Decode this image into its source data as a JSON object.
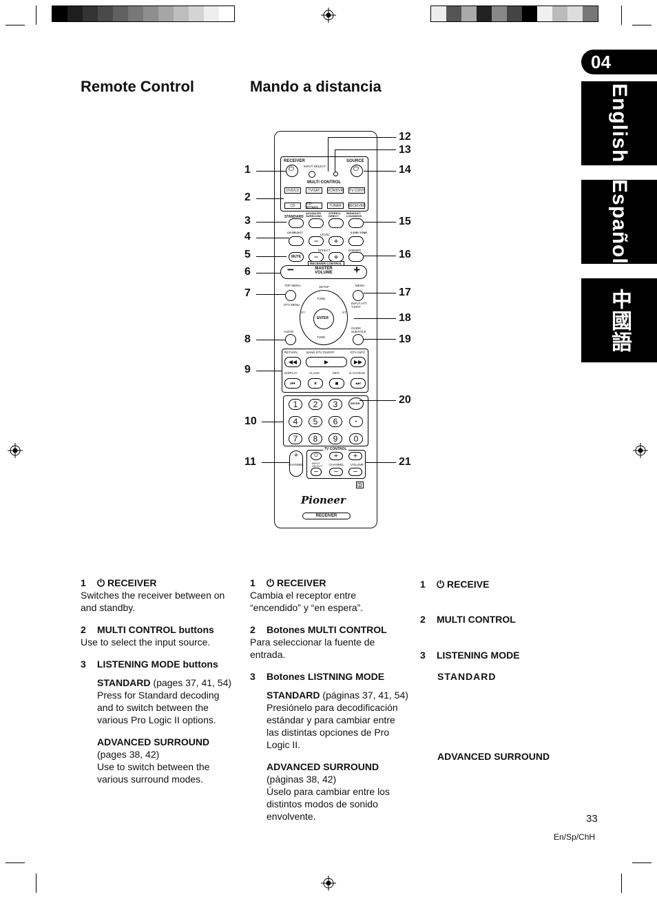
{
  "page": {
    "chapter_tab": "04",
    "lang_tabs": [
      "English",
      "Español",
      "中國語"
    ],
    "page_number": "33",
    "footer_code": "En/Sp/ChH"
  },
  "titles": {
    "english": "Remote Control",
    "spanish": "Mando a distancia"
  },
  "callouts": {
    "left": [
      "1",
      "2",
      "3",
      "4",
      "5",
      "6",
      "7",
      "8",
      "9",
      "10",
      "11"
    ],
    "right": [
      "12",
      "13",
      "14",
      "15",
      "16",
      "17",
      "18",
      "19",
      "20",
      "21"
    ]
  },
  "remote": {
    "receiver": "RECEIVER",
    "input_select": "INPUT SELECT",
    "source": "SOURCE",
    "multi_control": "MULTI CONTROL",
    "sources_row1": [
      "DVD/LD",
      "TV/SAT",
      "VCR/DVR",
      "TV CONT"
    ],
    "sources_row2": [
      "CD",
      "CD-R/TAPE",
      "TUNER",
      "RECEIVER"
    ],
    "standard": "STANDARD",
    "adv_surround": "ADVANCED SURROUND",
    "stereo_direct": "STEREO/ DIRECT",
    "midnight": "MIDNIGHT/ LOUDNESS",
    "ch_select": "CH SELECT",
    "level": "LEVEL",
    "s_dir_tone": "S.DIR/ TONE",
    "effect": "EFFECT",
    "mute": "MUTE",
    "dimmer": "DIMMER",
    "receiver_control": "RECEIVER CONTROL",
    "master_volume": "MASTER VOLUME",
    "top_menu": "TOP MENU",
    "setup": "SETUP",
    "menu": "MENU",
    "tune_up": "TUNE",
    "dtv_menu": "DTV MENU",
    "st_left": "ST",
    "st_right": "ST",
    "enter": "ENTER",
    "input_att": "INPUT ATT T.EDIT",
    "audio": "AUDIO",
    "tune_down": "TUNE",
    "guide": "GUIDE SUBTITLE",
    "return": "RETURN",
    "band": "BAND DTV ON/OFF",
    "dtv_info": "DTV INFO",
    "display": "DISPLAY",
    "class": "CLASS",
    "mpx": "MPX",
    "d_access": "D.ACCESS",
    "keys": [
      "1",
      "2",
      "3",
      "4",
      "5",
      "6",
      "7",
      "8",
      "9",
      "0",
      "•"
    ],
    "disc_enter": "ENTER",
    "tv_control": "TV CONTROL",
    "channel_l": "CHANNEL",
    "input_select2": "INPUT SELECT",
    "channel_r": "CHANNEL",
    "volume": "VOLUME",
    "brand": "Pioneer",
    "bottom_label": "RECEIVER"
  },
  "english_col": {
    "i1_num": "1",
    "i1_title": "RECEIVER",
    "i1_text": "Switches the receiver between on and standby.",
    "i2_num": "2",
    "i2_title": "MULTI CONTROL buttons",
    "i2_text": "Use to select the input source.",
    "i3_num": "3",
    "i3_title": "LISTENING MODE buttons",
    "std_label": "STANDARD",
    "std_pages": "(pages 37, 41, 54)",
    "std_text": "Press for Standard decoding and to switch between the various Pro Logic II options.",
    "adv_label": "ADVANCED SURROUND",
    "adv_pages": "(pages 38, 42)",
    "adv_text": "Use to switch between the various surround modes."
  },
  "spanish_col": {
    "i1_num": "1",
    "i1_title": "RECEIVER",
    "i1_text": "Cambia el receptor entre “encendido” y “en espera”.",
    "i2_num": "2",
    "i2_title": "Botones MULTI CONTROL",
    "i2_text": "Para seleccionar la fuente de entrada.",
    "i3_num": "3",
    "i3_title": "Botones LISTNING MODE",
    "std_label": "STANDARD",
    "std_pages": "(páginas 37, 41, 54)",
    "std_text": "Presiónelo para decodificación estándar y para cambiar entre las distintas opciones de Pro Logic II.",
    "adv_label": "ADVANCED SURROUND",
    "adv_pages": "(páginas 38, 42)",
    "adv_text": "Úselo para cambiar entre los distintos modos de sonido envolvente."
  },
  "chinese_col": {
    "i1_num": "1",
    "i1_title": "RECEIVE",
    "i2_num": "2",
    "i2_title": "MULTI CONTROL",
    "i3_num": "3",
    "i3_title": "LISTENING MODE",
    "std_label": "STANDARD",
    "adv_label": "ADVANCED SURROUND"
  },
  "colors": {
    "calibration_left": [
      "#000000",
      "#1e1e1e",
      "#333333",
      "#4a4a4a",
      "#606060",
      "#787878",
      "#8e8e8e",
      "#a6a6a6",
      "#bdbdbd",
      "#d4d4d4",
      "#eeeeee",
      "#ffffff"
    ],
    "calibration_right": [
      "#eeeeee",
      "#555555",
      "#aaaaaa",
      "#222222",
      "#888888",
      "#444444",
      "#000000",
      "#f0f0f0",
      "#bbbbbb",
      "#dddddd",
      "#777777"
    ]
  }
}
